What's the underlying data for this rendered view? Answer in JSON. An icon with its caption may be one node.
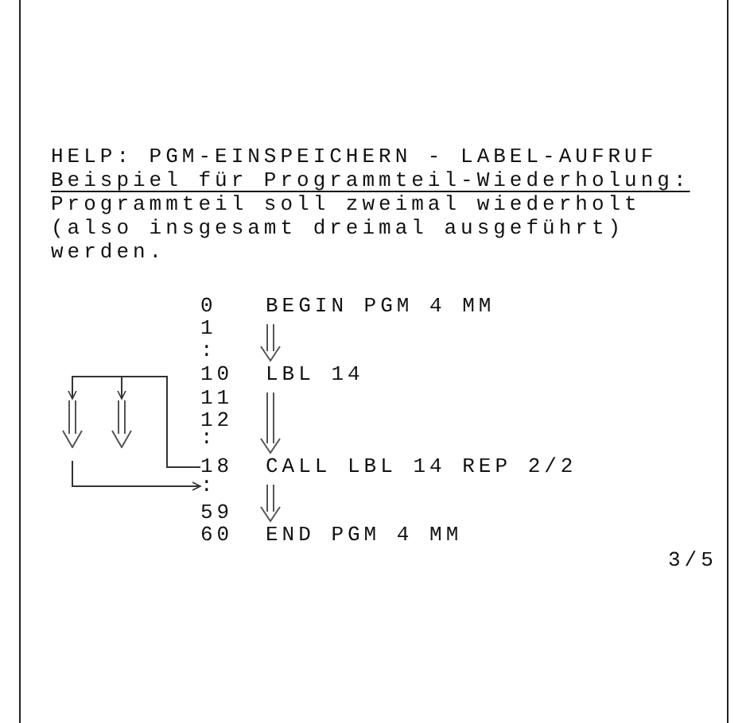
{
  "diagram": {
    "title": "HELP: PGM-EINSPEICHERN - LABEL-AUFRUF",
    "nodes": [
      {
        "text": [
          "0",
          "BEGIN PGM 4 MM"
        ]
      },
      {
        "text": [
          "1"
        ]
      },
      {
        "text": [
          "10",
          "LBL 14"
        ]
      },
      {
        "text": [
          "11"
        ]
      },
      {
        "text": [
          "12"
        ]
      },
      {
        "text": [
          "18",
          "CALL LBL 14 REP 2/2"
        ]
      },
      {
        "text": [
          ":"
        ]
      },
      {
        "text": [
          "59"
        ]
      },
      {
        "text": [
          "60",
          "END PGM 4 MM"
        ]
      },
      {
        "text": [],
        "shape": "arrow"
      },
      {
        "text": [],
        "shape": "arrow"
      }
    ],
    "edges": [
      {
        "from": 0,
        "to": 2,
        "arrow": "to"
      },
      {
        "from": 2,
        "to": 5,
        "arrow": "to"
      },
      {
        "from": 5,
        "to": 8,
        "arrow": "to"
      },
      {
        "from": 5,
        "to": 9,
        "arrow": "to"
      },
      {
        "from": 5,
        "to": 10,
        "arrow": "to"
      },
      {
        "from": 9,
        "to": 6,
        "arrow": "to"
      }
    ],
    "labels": [
      "Beispiel für Programmteil-Wiederholung:",
      "Programmteil soll zweimal wiederholt (also insgesamt dreimal ausgeführt) werden.",
      ":",
      ":",
      "3/5"
    ]
  }
}
